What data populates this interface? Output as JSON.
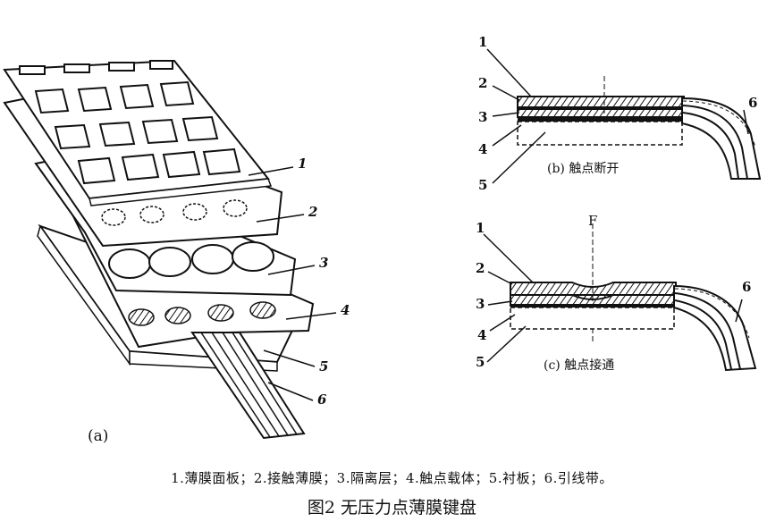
{
  "panel_a": {
    "label": "(a)",
    "callouts": [
      "1",
      "2",
      "3",
      "4",
      "5",
      "6"
    ]
  },
  "panel_b": {
    "caption": "(b) 触点断开",
    "callouts": [
      "1",
      "2",
      "3",
      "4",
      "5",
      "6"
    ]
  },
  "panel_c": {
    "caption": "(c) 触点接通",
    "force_mark": "F",
    "callouts": [
      "1",
      "2",
      "3",
      "4",
      "5",
      "6"
    ]
  },
  "legend": "1.薄膜面板；2.接触薄膜；3.隔离层；4.触点载体；5.衬板；6.引线带。",
  "figure_title": "图2 无压力点薄膜键盘"
}
